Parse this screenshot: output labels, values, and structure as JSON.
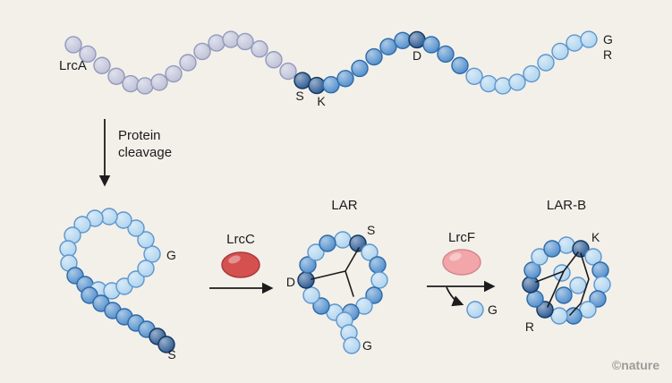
{
  "colors": {
    "background": "#f3f0ea",
    "bead-lavender": "#b9bdd5",
    "bead-lavender-stroke": "#9399bb",
    "bead-navy": "#1d4e8b",
    "bead-navy-stroke": "#12375f",
    "bead-medium": "#4586c8",
    "bead-medium-stroke": "#2d6aa9",
    "bead-light": "#a8d0ee",
    "bead-light-stroke": "#5e96cb",
    "enzyme-red": "#d5514f",
    "enzyme-red-stroke": "#aa3a3a",
    "enzyme-pink": "#f2a6aa",
    "enzyme-pink-stroke": "#d4878d",
    "line": "#1c1c1c",
    "text": "#1c1c1c",
    "watermark": "#9c9c98"
  },
  "precursor": {
    "name": "LrcA",
    "residue_s": "S",
    "residue_k": "K",
    "residue_d": "D",
    "residue_r": "R",
    "residue_g": "G"
  },
  "cleavage": {
    "label_line1": "Protein",
    "label_line2": "cleavage"
  },
  "core_peptide": {
    "residue_g": "G",
    "residue_s": "S"
  },
  "step1": {
    "enzyme": "LrcC"
  },
  "lar": {
    "name": "LAR",
    "residue_s": "S",
    "residue_d": "D",
    "residue_g": "G"
  },
  "step2": {
    "enzyme": "LrcF",
    "released": "G"
  },
  "larb": {
    "name": "LAR-B",
    "residue_k": "K",
    "residue_r": "R"
  },
  "watermark": "©nature"
}
